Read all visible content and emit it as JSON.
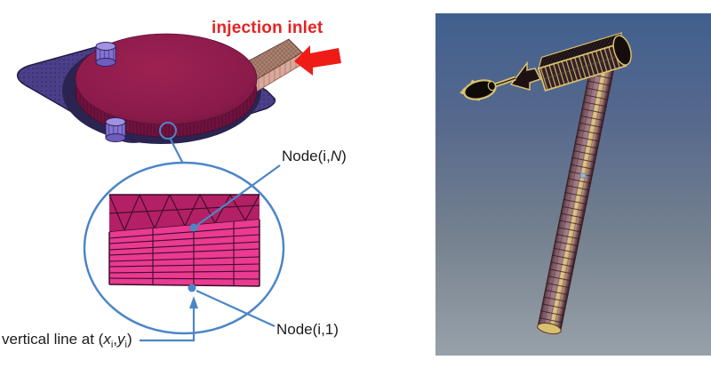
{
  "left_panel": {
    "injection_inlet_label": "injection inlet",
    "node_top_label": {
      "prefix": "Node(i,",
      "emph": "N",
      "suffix": ")"
    },
    "node_bottom_label": "Node(i,1)",
    "vertical_line_label": {
      "prefix": "vertical line at (",
      "var1": "x",
      "sub1": "i",
      "sep": ",",
      "var2": "y",
      "sub2": "i",
      "suffix": ")"
    }
  },
  "right_panel": {
    "content": "3D finite-element mesh viewport"
  },
  "colors": {
    "annotation_blue": "#4C86C5",
    "injection_red": "#E62322",
    "detail_mesh_top": "#B32066",
    "detail_mesh_bottom": "#EA3A92",
    "disc_maroon": "#8E1C4C",
    "disc_rim": "#70123F",
    "plate_purple": "#4B3F8A",
    "inlet_top_tan": "#A9806F",
    "inlet_side_pink": "#D8AA9C",
    "runner_outline_tan": "#D9C070",
    "viewport_gradient_top": "#41608E",
    "viewport_gradient_bottom": "#98A1A9"
  }
}
